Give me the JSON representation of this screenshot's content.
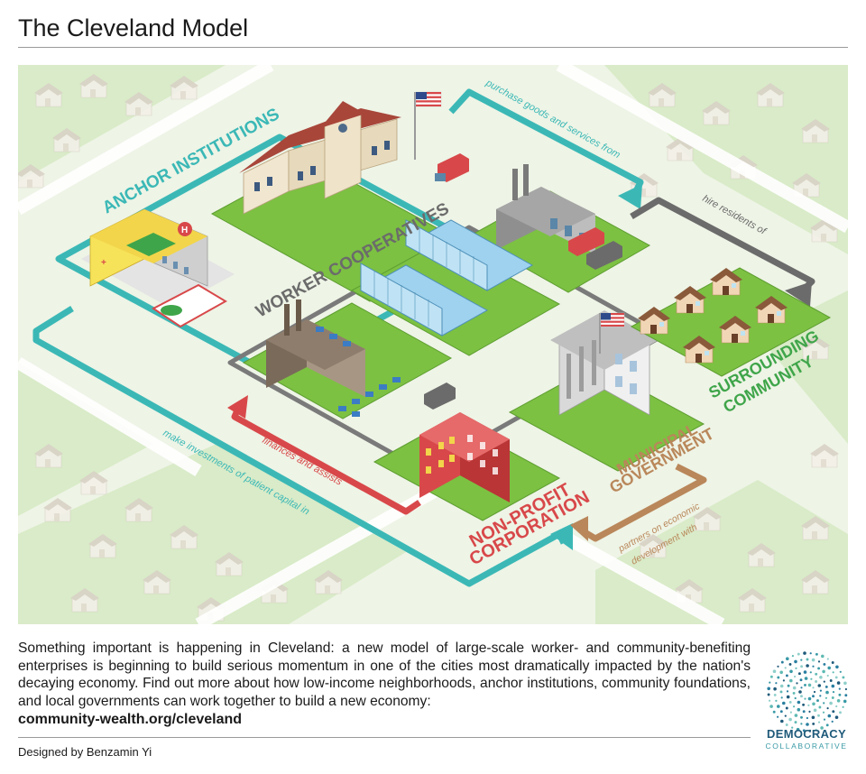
{
  "header": {
    "title": "The Cleveland Model"
  },
  "diagram": {
    "nodes": {
      "anchor": "ANCHOR INSTITUTIONS",
      "coops": "WORKER COOPERATIVES",
      "community_1": "SURROUNDING",
      "community_2": "COMMUNITY",
      "municipal_1": "MUNICIPAL",
      "municipal_2": "GOVERNMENT",
      "nonprofit_1": "NON-PROFIT",
      "nonprofit_2": "CORPORATION"
    },
    "flows": {
      "purchase": "purchase goods and services from",
      "hire": "hire residents of",
      "invest": "make investments of patient capital in",
      "finance": "finances and assists",
      "partner_1": "partners on economic",
      "partner_2": "development with"
    }
  },
  "footer": {
    "description": "Something important is happening in Cleveland: a new model of large-scale worker- and community-benefiting enterprises is beginning to build serious momentum in one of the cities most dramatically impacted by the nation's decaying economy. Find out more about how low-income neighborhoods, anchor institutions, community foundations, and local governments can work together to build a new economy:",
    "link": "community-wealth.org/cleveland",
    "credit": "Designed by Benzamin Yi"
  },
  "logo": {
    "name": "DEMOCRACY",
    "sub": "COLLABORATIVE"
  },
  "colors": {
    "teal": "#3bb8b6",
    "gray": "#6b6b6b",
    "red": "#d8484a",
    "brown": "#b9875a",
    "green": "#3fa54a",
    "lawn": "#7cc142",
    "road": "#e4e4e4"
  }
}
